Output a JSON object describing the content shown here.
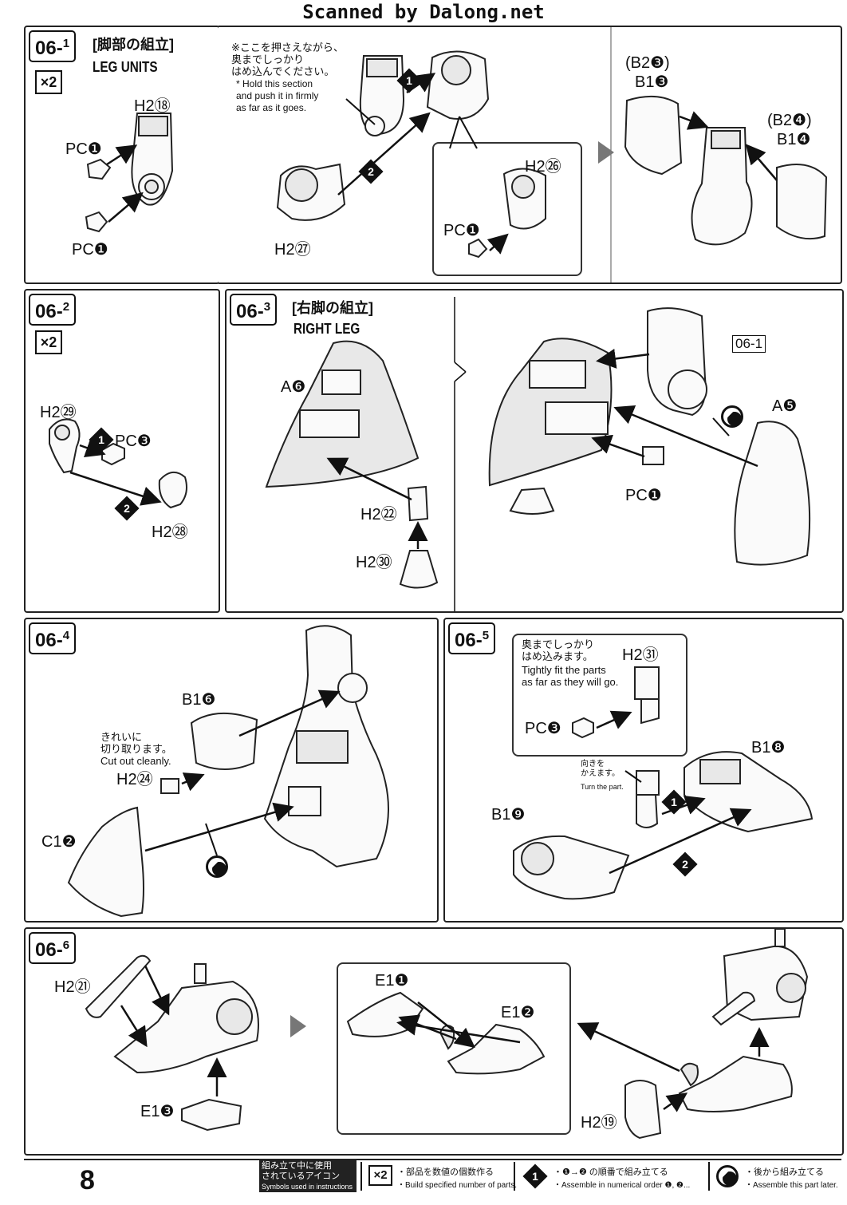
{
  "header": {
    "scan_text": "Scanned by Dalong.net"
  },
  "steps": {
    "s061": {
      "number": "06-",
      "sub": "1",
      "title_jp": "[脚部の組立]",
      "title_en": "LEG UNITS",
      "multiplier": "×2",
      "parts": [
        "H2⑱",
        "PC❶",
        "PC❶",
        "H2㉗",
        "H2㉖",
        "PC❶",
        "(B2❸)",
        "B1❸",
        "(B2❹)",
        "B1❹"
      ],
      "note_jp": "※ここを押さえながら、\n奥までしっかり\nはめ込んでください。",
      "note_en": "* Hold this section\nand push it in firmly\nas far as it goes."
    },
    "s062": {
      "number": "06-",
      "sub": "2",
      "multiplier": "×2",
      "parts": [
        "H2㉙",
        "PC❸",
        "H2㉘"
      ]
    },
    "s063": {
      "number": "06-",
      "sub": "3",
      "title_jp": "[右脚の組立]",
      "title_en": "RIGHT LEG",
      "parts": [
        "A❻",
        "H2㉒",
        "H2㉚",
        "PC❶",
        "A❺"
      ],
      "ref": "06-1"
    },
    "s064": {
      "number": "06-",
      "sub": "4",
      "parts": [
        "B1❻",
        "H2㉔",
        "C1❷"
      ],
      "note_jp": "きれいに\n切り取ります。",
      "note_en": "Cut out cleanly."
    },
    "s065": {
      "number": "06-",
      "sub": "5",
      "parts": [
        "H2㉛",
        "PC❸",
        "B1❽",
        "B1❾"
      ],
      "note_jp": "奥までしっかり\nはめ込みます。",
      "note_en": "Tightly fit the parts\nas far as they will go.",
      "turn_jp": "向きを\nかえます。",
      "turn_en": "Turn the part."
    },
    "s066": {
      "number": "06-",
      "sub": "6",
      "parts": [
        "H2㉑",
        "E1❸",
        "E1❶",
        "E1❷",
        "H2⑲"
      ]
    }
  },
  "order_marks": {
    "one": "1",
    "two": "2"
  },
  "footer": {
    "page_number": "8",
    "legend_title_jp": "組み立て中に使用\nされているアイコン",
    "legend_title_en": "Symbols used in instructions",
    "icon1_symbol": "×2",
    "icon1_jp": "・部品を数値の個数作る",
    "icon1_en": "・Build specified number of parts.",
    "icon2_jp": "・❶→❷ の順番で組み立てる",
    "icon2_en": "・Assemble in numerical order ❶, ❷...",
    "icon3_jp": "・後から組み立てる",
    "icon3_en": "・Assemble this part later."
  }
}
